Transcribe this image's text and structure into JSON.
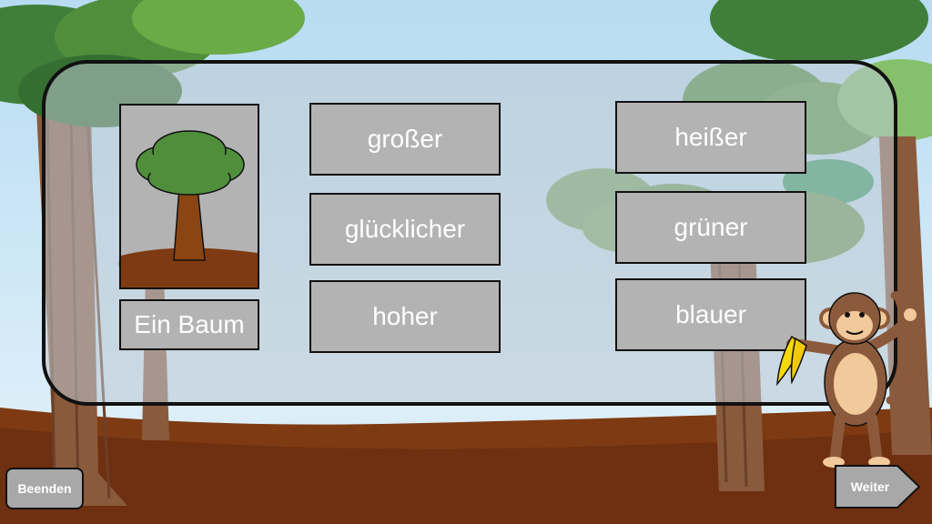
{
  "picture": {
    "icon": "tree-icon",
    "caption": "Ein Baum"
  },
  "options": {
    "col1": [
      "großer",
      "glücklicher",
      "hoher"
    ],
    "col2": [
      "heißer",
      "grüner",
      "blauer"
    ]
  },
  "nav": {
    "quit_label": "Beenden",
    "next_label": "Weiter"
  },
  "colors": {
    "sky": "#c9e6f7",
    "ground": "#7e3a12",
    "button": "#b3b3b3",
    "foliage": "#4f8f3c"
  }
}
